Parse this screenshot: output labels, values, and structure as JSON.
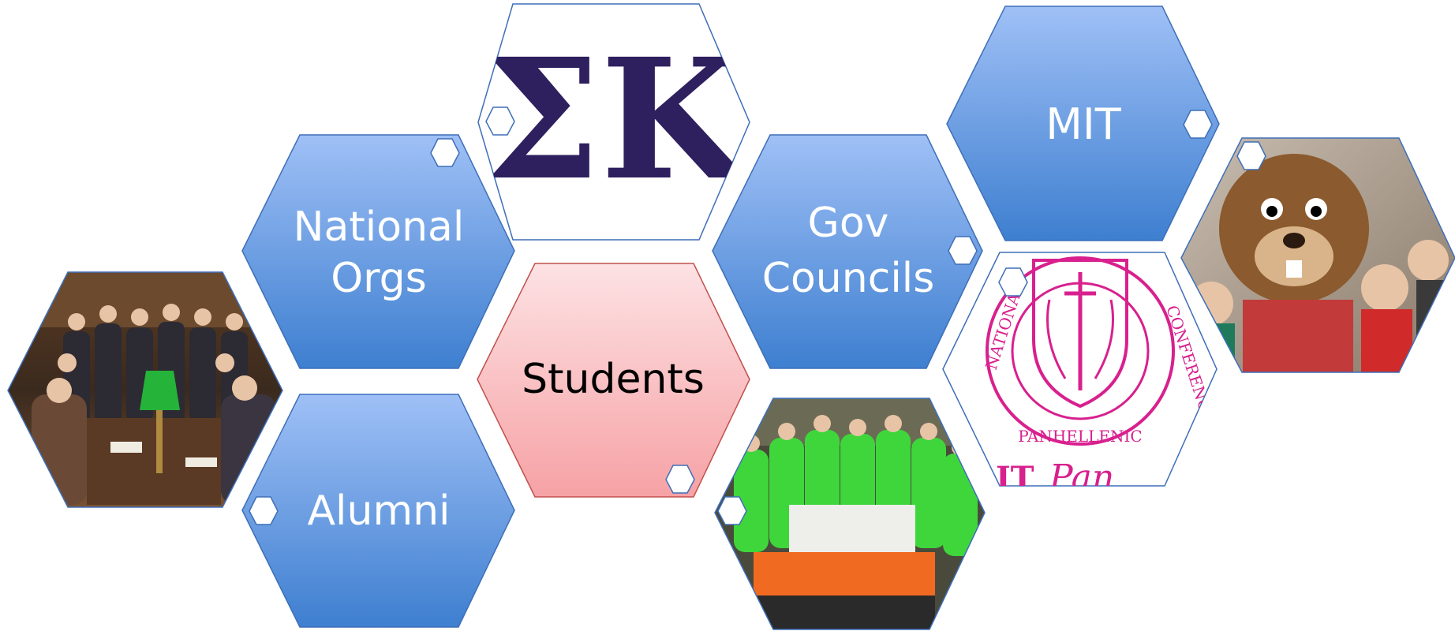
{
  "labels": {
    "national": [
      "National",
      "Orgs"
    ],
    "alumni": "Alumni",
    "students": "Students",
    "gov": [
      "Gov",
      "Councils"
    ],
    "mit": "MIT"
  },
  "logos": {
    "greek_letters": "ΣΚ",
    "npc_left": "NATIONAL",
    "npc_bottom": "PANHELLENIC",
    "npc_right": "CONFERENCE",
    "mit_fragment": "IT",
    "script_fragment": "Pan"
  },
  "colors": {
    "blue_top": "#9fc0f6",
    "blue_bottom": "#3e7fd0",
    "pink_top": "#fde2e4",
    "pink_bottom": "#f6a2a5",
    "outline_blue": "#3e6fb8",
    "outline_red": "#c0504d",
    "sigma_purple": "#2e1f5e",
    "npc_magenta": "#d8208e",
    "volunteer_green": "#3fd63c",
    "table_orange": "#f06a22"
  },
  "icons": [
    "group-photo",
    "greek-letters-logo",
    "panhellenic-crest",
    "volunteers-photo",
    "mascot-photo",
    "connector-hexagon"
  ]
}
